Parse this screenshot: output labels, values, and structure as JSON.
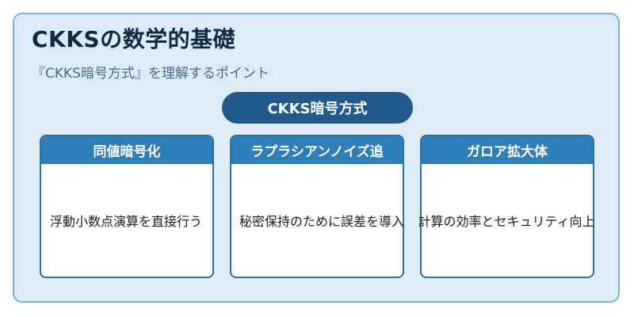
{
  "title": "CKKSの数学的基礎",
  "subtitle": "『CKKS暗号方式』を理解するポイント",
  "center_node": "CKKS暗号方式",
  "cards": [
    {
      "header": "同値暗号化",
      "body": "浮動小数点演算を直接行う"
    },
    {
      "header": "ラプラシアンノイズ追",
      "body": "秘密保持のために誤差を導入"
    },
    {
      "header": "ガロア拡大体",
      "body": "計算の効率とセキュリティ向上"
    }
  ]
}
